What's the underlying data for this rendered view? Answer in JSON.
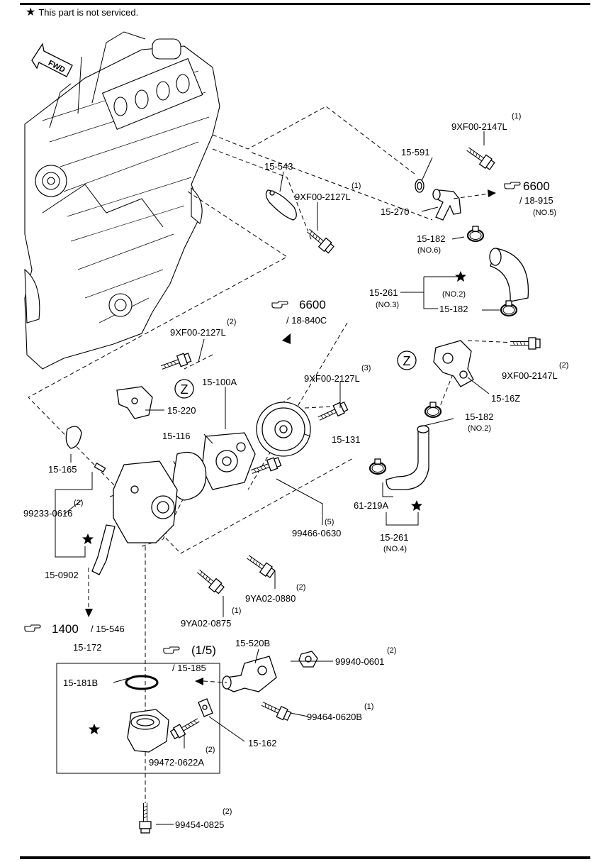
{
  "note": {
    "star": "★",
    "text": "This part is not serviced."
  },
  "fwd_label": "FWD",
  "parts": {
    "p9xf00_2147l_top": {
      "pn": "9XF00-2147L",
      "qty": "(1)"
    },
    "p15_591": {
      "pn": "15-591"
    },
    "p15_543": {
      "pn": "15-543"
    },
    "p9xf00_2127l_top": {
      "pn": "9XF00-2127L",
      "qty": "(1)"
    },
    "p15_270": {
      "pn": "15-270"
    },
    "p15_182_no6": {
      "pn": "15-182",
      "sub": "(NO.6)"
    },
    "p15_261_no3": {
      "pn": "15-261",
      "sub": "(NO.3)"
    },
    "p15_182_no2_upper": {
      "pn": "15-182",
      "sub": "(NO.2)"
    },
    "p9xf00_2127l_mid": {
      "pn": "9XF00-2127L",
      "qty": "(2)"
    },
    "p15_100a": {
      "pn": "15-100A"
    },
    "p15_220": {
      "pn": "15-220"
    },
    "p9xf00_2127l_3": {
      "pn": "9XF00-2127L",
      "qty": "(3)"
    },
    "p9xf00_2147l_right": {
      "pn": "9XF00-2147L",
      "qty": "(2)"
    },
    "p15_16z": {
      "pn": "15-16Z"
    },
    "p15_182_right": {
      "pn": "15-182",
      "sub": "(NO.2)"
    },
    "p15_116": {
      "pn": "15-116"
    },
    "p15_131": {
      "pn": "15-131"
    },
    "p15_165": {
      "pn": "15-165"
    },
    "p99233_0616": {
      "pn": "99233-0616",
      "qty": "(2)"
    },
    "p61_219a": {
      "pn": "61-219A"
    },
    "p99466_0630": {
      "pn": "99466-0630",
      "qty": "(5)"
    },
    "p15_261_no4": {
      "pn": "15-261",
      "sub": "(NO.4)"
    },
    "p15_0902": {
      "pn": "15-0902"
    },
    "p9ya02_0880": {
      "pn": "9YA02-0880",
      "qty": "(2)"
    },
    "p9ya02_0875": {
      "pn": "9YA02-0875",
      "qty": "(1)"
    },
    "p15_172": {
      "pn": "15-172"
    },
    "p15_520b": {
      "pn": "15-520B"
    },
    "p99940_0601": {
      "pn": "99940-0601",
      "qty": "(2)"
    },
    "p15_181b": {
      "pn": "15-181B"
    },
    "p99464_0620b": {
      "pn": "99464-0620B",
      "qty": "(1)"
    },
    "p15_162": {
      "pn": "15-162"
    },
    "p99472_0622a": {
      "pn": "99472-0622A",
      "qty": "(2)"
    },
    "p99454_0825": {
      "pn": "99454-0825",
      "qty": "(2)"
    }
  },
  "refs": {
    "r6600_915": {
      "num": "6600",
      "sub": "/ 18-915",
      "sub2": "(NO.5)"
    },
    "r6600_840c": {
      "num": "6600",
      "sub": "/ 18-840C"
    },
    "r1400": {
      "num": "1400",
      "sub": "/ 15-546"
    },
    "r1_5": {
      "num": "(1/5)",
      "sub": "/ 15-185"
    }
  },
  "z_label": "Z",
  "icons": {
    "pointer": "pointing-hand-icon",
    "star": "star-icon",
    "fwd": "fwd-arrow-icon"
  },
  "colors": {
    "ink": "#000000",
    "paper": "#ffffff"
  }
}
